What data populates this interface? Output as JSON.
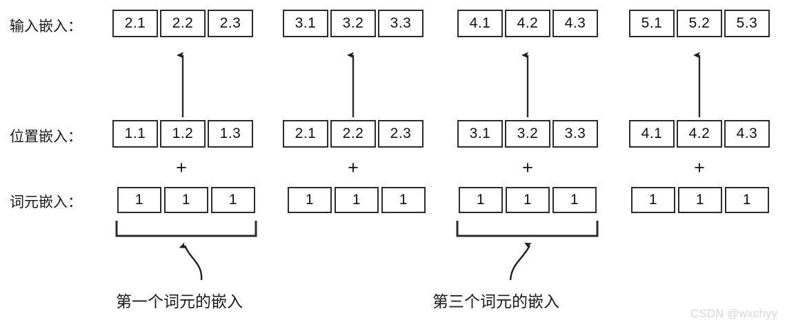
{
  "figure": {
    "title_watermark": "CSDN @wxchyy",
    "rows": [
      {
        "id": "input-embedding",
        "label": "输入嵌入：",
        "groups": [
          {
            "cells": [
              "2.1",
              "2.2",
              "2.3"
            ]
          },
          {
            "cells": [
              "3.1",
              "3.2",
              "3.3"
            ]
          },
          {
            "cells": [
              "4.1",
              "4.2",
              "4.3"
            ]
          },
          {
            "cells": [
              "5.1",
              "5.2",
              "5.3"
            ]
          }
        ]
      },
      {
        "id": "positional-embedding",
        "label": "位置嵌入：",
        "groups": [
          {
            "cells": [
              "1.1",
              "1.2",
              "1.3"
            ]
          },
          {
            "cells": [
              "2.1",
              "2.2",
              "2.3"
            ]
          },
          {
            "cells": [
              "3.1",
              "3.2",
              "3.3"
            ]
          },
          {
            "cells": [
              "4.1",
              "4.2",
              "4.3"
            ]
          }
        ]
      },
      {
        "id": "token-embedding",
        "label": "词元嵌入：",
        "groups": [
          {
            "cells": [
              "1",
              "1",
              "1"
            ]
          },
          {
            "cells": [
              "1",
              "1",
              "1"
            ]
          },
          {
            "cells": [
              "1",
              "1",
              "1"
            ]
          },
          {
            "cells": [
              "1",
              "1",
              "1"
            ]
          }
        ]
      }
    ],
    "operators": [
      "+",
      "+",
      "+",
      "+"
    ],
    "captions": [
      {
        "id": "first-token",
        "text": "第一个词元的嵌入"
      },
      {
        "id": "third-token",
        "text": "第三个词元的嵌入"
      }
    ],
    "colors": {
      "box_border": "#2b2b2b",
      "text": "#1a1a1a",
      "background": "#ffffff",
      "watermark": "#d8d8d8"
    }
  }
}
